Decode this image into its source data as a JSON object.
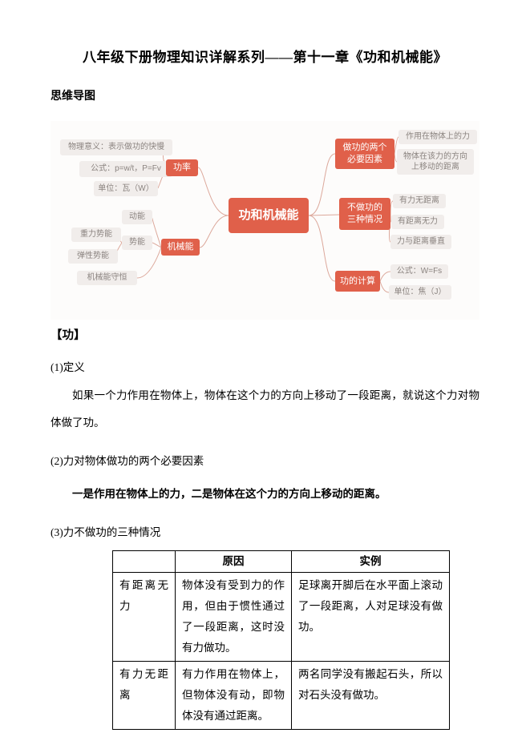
{
  "doc": {
    "title": "八年级下册物理知识详解系列——第十一章《功和机械能》",
    "mindmap_heading": "思维导图",
    "gong_heading": "【功】",
    "def_label": "(1)定义",
    "def_text": "如果一个力作用在物体上，物体在这个力的方向上移动了一段距离，就说这个力对物体做了功。",
    "factors_label": "(2)力对物体做功的两个必要因素",
    "factors_text": "一是作用在物体上的力，二是物体在这个力的方向上移动的距离。",
    "cases_label": "(3)力不做功的三种情况"
  },
  "mindmap": {
    "center": "功和机械能",
    "power": {
      "label": "功率",
      "meaning": "物理意义：表示做功的快慢",
      "formula": "公式：p=w/t，P=Fv",
      "unit": "单位：瓦（W）"
    },
    "mech": {
      "label": "机械能",
      "kinetic": "动能",
      "potential": "势能",
      "gravity": "重力势能",
      "elastic": "弹性势能",
      "conservation": "机械能守恒"
    },
    "factors": {
      "label": "做功的两个必要因素",
      "item1": "作用在物体上的力",
      "item2": "物体在该力的方向上移动的距离"
    },
    "nowork": {
      "label": "不做功的三种情况",
      "item1": "有力无距离",
      "item2": "有距离无力",
      "item3": "力与距离垂直"
    },
    "calc": {
      "label": "功的计算",
      "formula": "公式：W=Fs",
      "unit": "单位：焦（J）"
    }
  },
  "table": {
    "headers": [
      "",
      "原因",
      "实例"
    ],
    "rows": [
      {
        "label": "有距离无力",
        "reason": "物体没有受到力的作用，但由于惯性通过了一段距离，这时没有力做功。",
        "example": "足球离开脚后在水平面上滚动了一段距离，人对足球没有做功。"
      },
      {
        "label": "有力无距离",
        "reason": "有力作用在物体上，但物体没有动，即物体没有通过距离。",
        "example": "两名同学没有搬起石头，所以对石头没有做功。"
      }
    ]
  },
  "colors": {
    "accent": "#e0604a",
    "node_bg": "#f1edeb",
    "node_text": "#8b8480"
  }
}
